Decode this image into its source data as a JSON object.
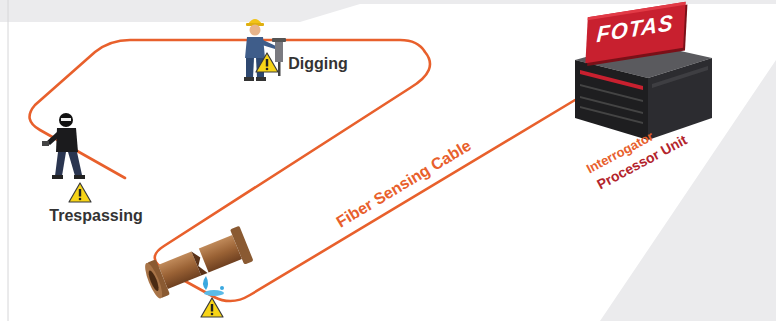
{
  "diagram": {
    "nodes": [
      {
        "text": [
          "FOTAS"
        ]
      }
    ],
    "labels": [
      "Digging",
      "Trespassing",
      "Fiber Sensing Cable",
      "Interrogator",
      "Processor Unit"
    ]
  }
}
